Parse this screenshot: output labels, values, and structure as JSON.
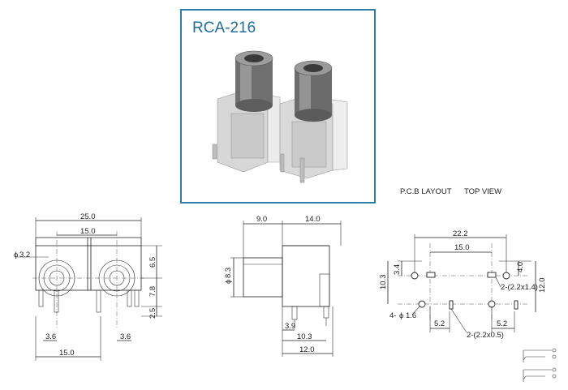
{
  "product": {
    "model": "RCA-216",
    "frame_color": "#2b7ea8",
    "title_color": "#1f6e9c"
  },
  "pcb": {
    "title": "P.C.B LAYOUT",
    "view": "TOP VIEW",
    "dims": {
      "overall_width": "22.2",
      "hole_spacing": "15.0",
      "left_offset": "3.4",
      "right_offset": "4.0",
      "height_left": "10.3",
      "height_right": "12.0",
      "slot_top": "2-(2.2x1.4)",
      "hole_dia": "4-",
      "hole_dia_value": "1.6",
      "pitch_left": "5.2",
      "pitch_right": "5.2",
      "slot_bottom": "2-(2.2x0.5)"
    }
  },
  "front_view": {
    "dims": {
      "total_width": "25.0",
      "pin_spacing": "15.0",
      "jack_dia_value": "3.2",
      "upper_height": "6.5",
      "middle_height": "7.8",
      "lower_height": "2.5",
      "pin_offset_left": "3.6",
      "pin_offset_right": "3.6",
      "base_width": "15.0"
    }
  },
  "side_view": {
    "dims": {
      "depth_front": "9.0",
      "depth_body": "14.0",
      "barrel_dia_value": "8.3",
      "pin_pitch": "3.9",
      "pin_distance": "10.3",
      "base_depth": "12.0"
    }
  },
  "icons": [
    "diameter-symbol",
    "switch-schematic-icon"
  ]
}
